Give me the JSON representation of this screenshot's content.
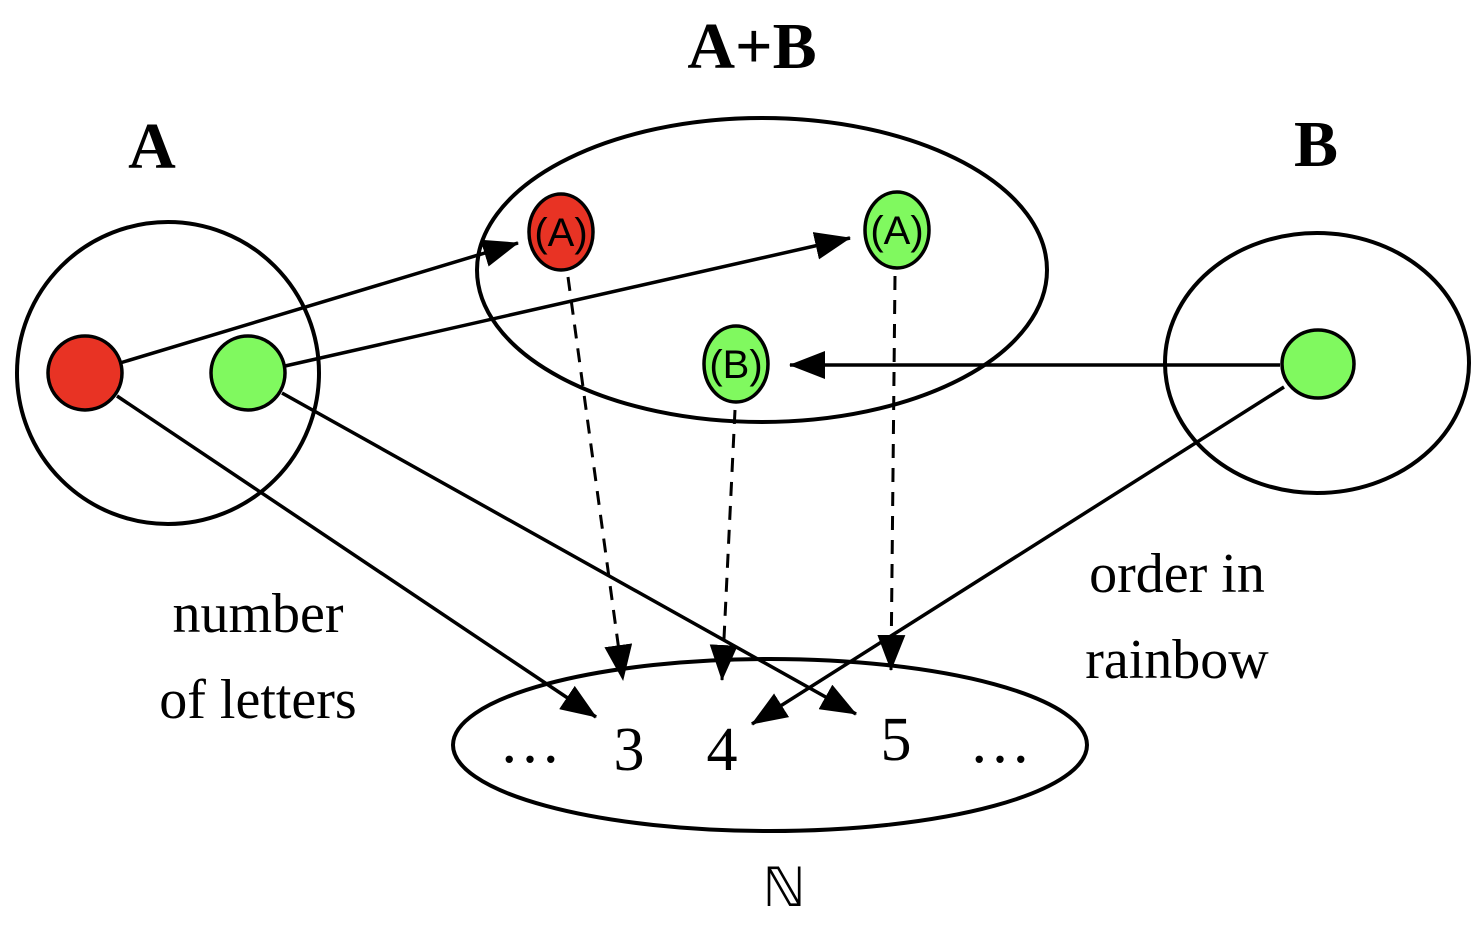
{
  "titles": {
    "set_a": "A",
    "set_sum": "A+B",
    "set_b": "B"
  },
  "colors": {
    "red": "#E83324",
    "green": "#80F95F",
    "stroke": "#000000"
  },
  "sum_elements": [
    {
      "label": "(A)",
      "color": "red",
      "origin": "A"
    },
    {
      "label": "(A)",
      "color": "green",
      "origin": "A"
    },
    {
      "label": "(B)",
      "color": "green",
      "origin": "B"
    }
  ],
  "set_a_elements": [
    {
      "color": "red"
    },
    {
      "color": "green"
    }
  ],
  "set_b_elements": [
    {
      "color": "green"
    }
  ],
  "naturals": {
    "symbol": "ℕ",
    "ellipsis_left": "…",
    "ellipsis_right": "…",
    "values": [
      "3",
      "4",
      "5"
    ]
  },
  "maps": {
    "a_label_line1": "number",
    "a_label_line2": "of letters",
    "b_label_line1": "order in",
    "b_label_line2": "rainbow"
  },
  "mappings": [
    {
      "from": "A.red",
      "to": "A+B.(A).red",
      "style": "solid"
    },
    {
      "from": "A.green",
      "to": "A+B.(A).green",
      "style": "solid"
    },
    {
      "from": "B.green",
      "to": "A+B.(B).green",
      "style": "solid"
    },
    {
      "from": "A.red",
      "to": "3",
      "style": "solid"
    },
    {
      "from": "A.green",
      "to": "5",
      "style": "solid"
    },
    {
      "from": "B.green",
      "to": "4",
      "style": "solid"
    },
    {
      "from": "A+B.(A).red",
      "to": "3",
      "style": "dashed"
    },
    {
      "from": "A+B.(B).green",
      "to": "4",
      "style": "dashed"
    },
    {
      "from": "A+B.(A).green",
      "to": "5",
      "style": "dashed"
    }
  ]
}
